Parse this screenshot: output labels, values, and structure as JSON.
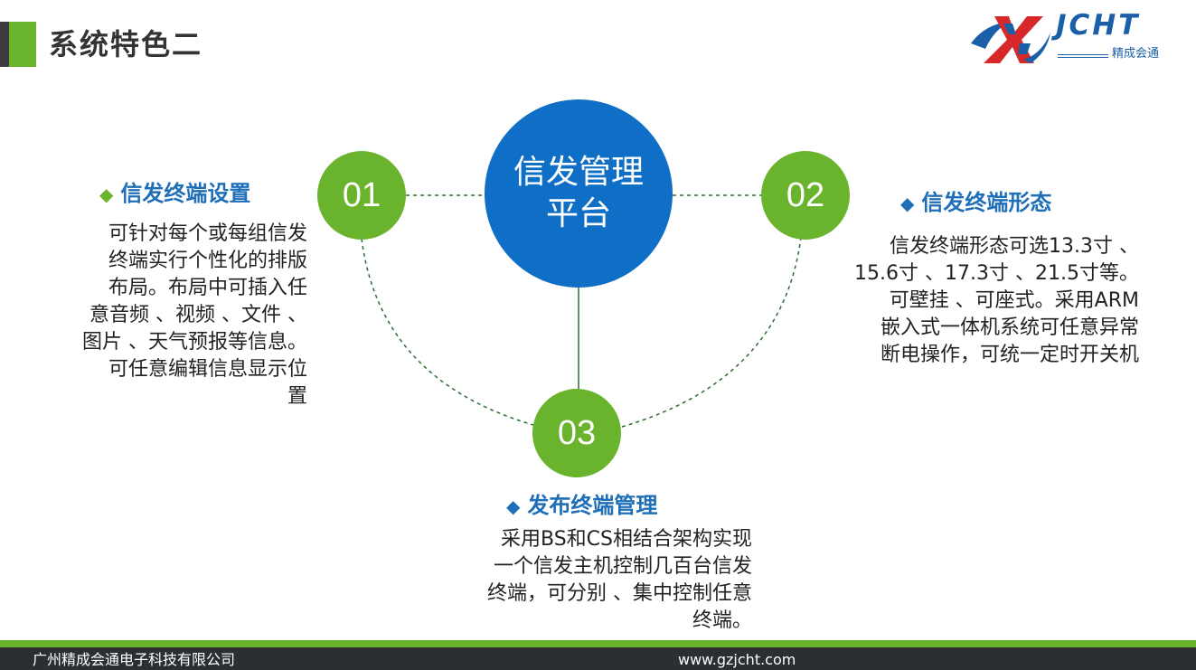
{
  "title": "系统特色二",
  "logo": {
    "brand": "JCHT",
    "tagline": "精成会通",
    "colors": {
      "primary": "#1a5fa8",
      "accent": "#d62828"
    }
  },
  "center": {
    "line1": "信发管理",
    "line2": "平台"
  },
  "nodes": [
    {
      "number": "01",
      "heading": "信发终端设置",
      "body": "可针对每个或每组信发\n终端实行个性化的排版\n布局。布局中可插入任\n意音频 、视频 、文件 、\n图片 、天气预报等信息。\n可任意编辑信息显示位\n置"
    },
    {
      "number": "02",
      "heading": "信发终端形态",
      "body": "信发终端形态可选13.3寸 、\n15.6寸 、17.3寸 、21.5寸等。\n可壁挂 、可座式。采用ARM\n嵌入式一体机系统可任意异常\n断电操作，可统一定时开关机"
    },
    {
      "number": "03",
      "heading": "发布终端管理",
      "body": "采用BS和CS相结合架构实现\n一个信发主机控制几百台信发\n终端，可分别 、集中控制任意\n终端。"
    }
  ],
  "footer": {
    "company": "广州精成会通电子科技有限公司",
    "website": "www.gzjcht.com"
  },
  "colors": {
    "green": "#6ab42d",
    "blue": "#0f6fc6",
    "heading_blue": "#1f6fb8",
    "dark": "#2b2f33"
  }
}
